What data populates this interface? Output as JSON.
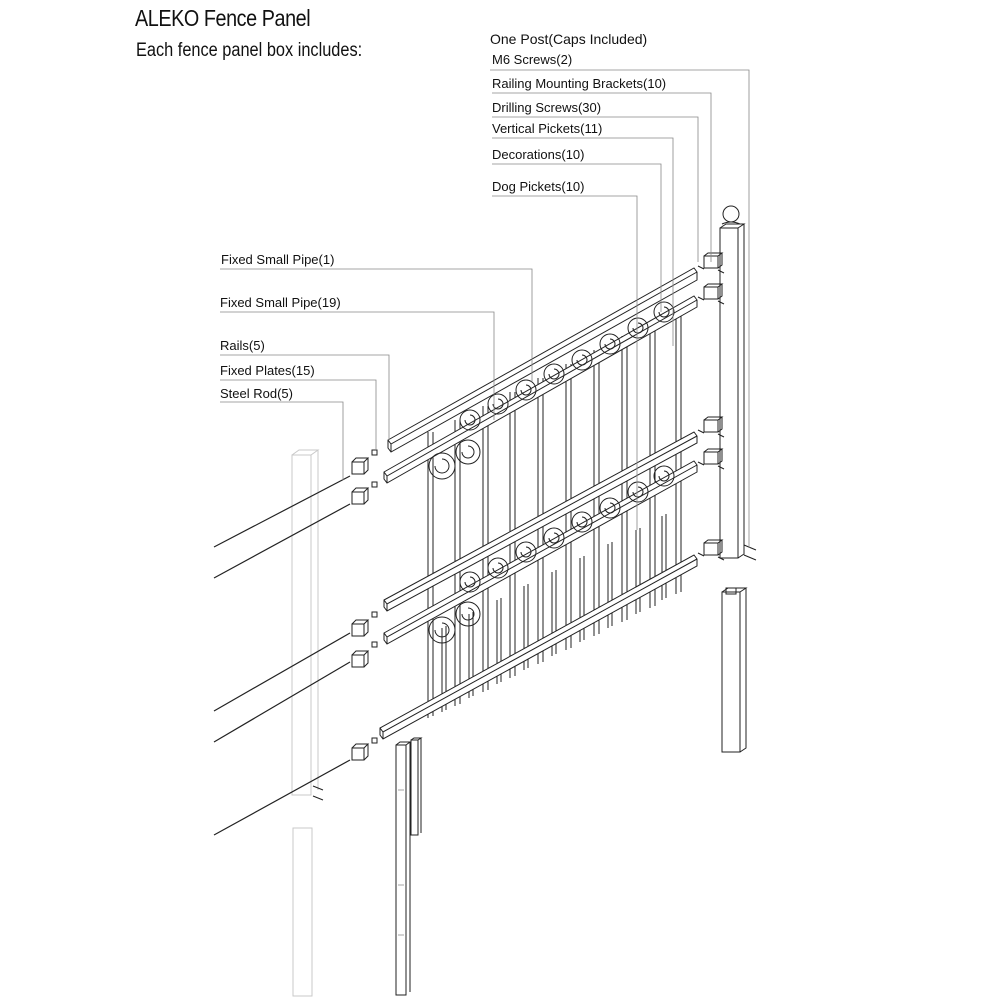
{
  "header": {
    "title": "ALEKO Fence Panel",
    "subtitle": "Each fence panel box includes:"
  },
  "callouts": {
    "post": "One Post(Caps Included)",
    "m6_screws": "M6 Screws(2)",
    "brackets": "Railing Mounting Brackets(10)",
    "drilling_screws": "Drilling Screws(30)",
    "vertical_pickets": "Vertical Pickets(11)",
    "decorations": "Decorations(10)",
    "dog_pickets": "Dog Pickets(10)",
    "fixed_small_pipe_1": "Fixed Small Pipe(1)",
    "fixed_small_pipe_19": "Fixed Small Pipe(19)",
    "rails": "Rails(5)",
    "fixed_plates": "Fixed Plates(15)",
    "steel_rod": "Steel Rod(5)"
  },
  "colors": {
    "line": "#222222",
    "ghost": "#c9c9c9",
    "background": "#ffffff"
  }
}
